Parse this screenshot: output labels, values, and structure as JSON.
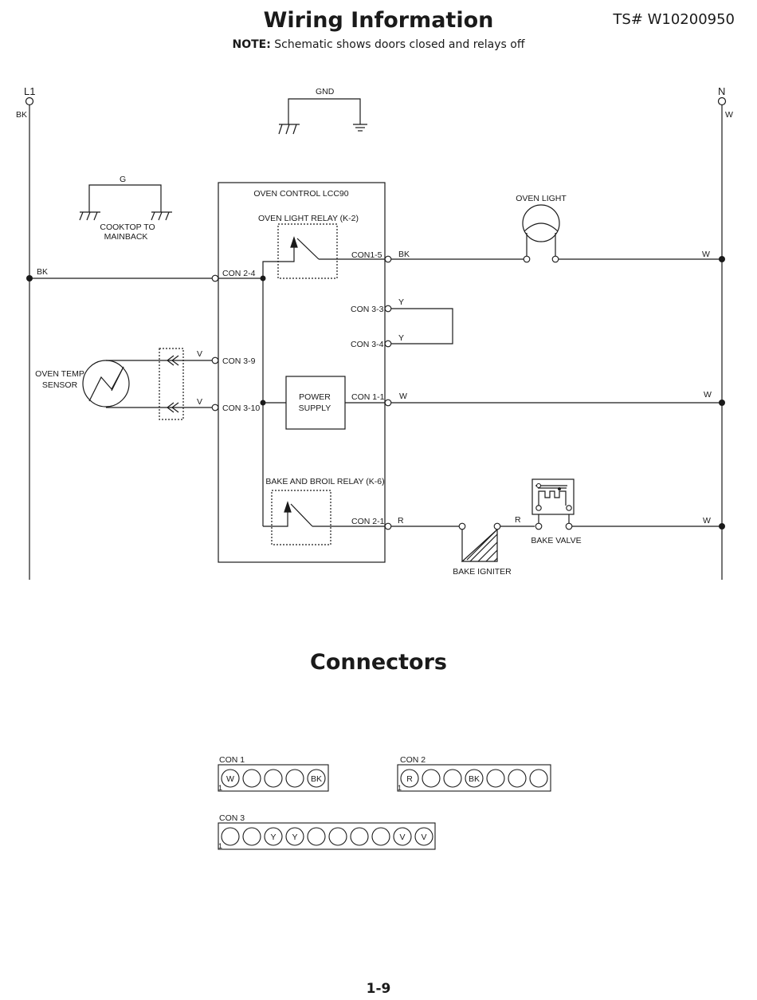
{
  "header": {
    "title": "Wiring Information",
    "ts_number": "TS# W10200950",
    "note_label": "NOTE:",
    "note_text": " Schematic shows doors closed and relays off"
  },
  "schematic": {
    "l1": "L1",
    "n": "N",
    "bk_l1": "BK",
    "w_n": "W",
    "gnd": "GND",
    "g": "G",
    "cooktop_line1": "COOKTOP TO",
    "cooktop_line2": "MAINBACK",
    "oven_control": "OVEN CONTROL LCC90",
    "oven_light_relay": "OVEN LIGHT RELAY (K-2)",
    "bake_broil_relay": "BAKE AND BROIL RELAY (K-6)",
    "power_supply_line1": "POWER",
    "power_supply_line2": "SUPPLY",
    "oven_light": "OVEN LIGHT",
    "oven_temp_line1": "OVEN TEMP",
    "oven_temp_line2": "SENSOR",
    "bake_igniter": "BAKE IGNITER",
    "bake_valve": "BAKE VALVE",
    "con_2_4": "CON 2-4",
    "con_1_5": "CON1-5",
    "con_3_3": "CON 3-3",
    "con_3_4": "CON 3-4",
    "con_3_9": "CON 3-9",
    "con_3_10": "CON 3-10",
    "con_1_1": "CON 1-1",
    "con_2_1": "CON 2-1",
    "wire_bk_l1_row": "BK",
    "wire_bk_light": "BK",
    "wire_w_light": "W",
    "wire_y_1": "Y",
    "wire_y_2": "Y",
    "wire_v_1": "V",
    "wire_v_2": "V",
    "wire_w_ps": "W",
    "wire_w_ps_n": "W",
    "wire_r_1": "R",
    "wire_r_2": "R",
    "wire_w_valve": "W"
  },
  "connectors": {
    "section_title": "Connectors",
    "con1": {
      "label": "CON 1",
      "pin1": "1",
      "pins": [
        "W",
        "",
        "",
        "",
        "BK"
      ]
    },
    "con2": {
      "label": "CON 2",
      "pin1": "1",
      "pins": [
        "R",
        "",
        "",
        "BK",
        "",
        "",
        ""
      ]
    },
    "con3": {
      "label": "CON 3",
      "pin1": "1",
      "pins": [
        "",
        "",
        "Y",
        "Y",
        "",
        "",
        "",
        "",
        "V",
        "V"
      ]
    }
  },
  "footer": {
    "page_number": "1-9"
  }
}
